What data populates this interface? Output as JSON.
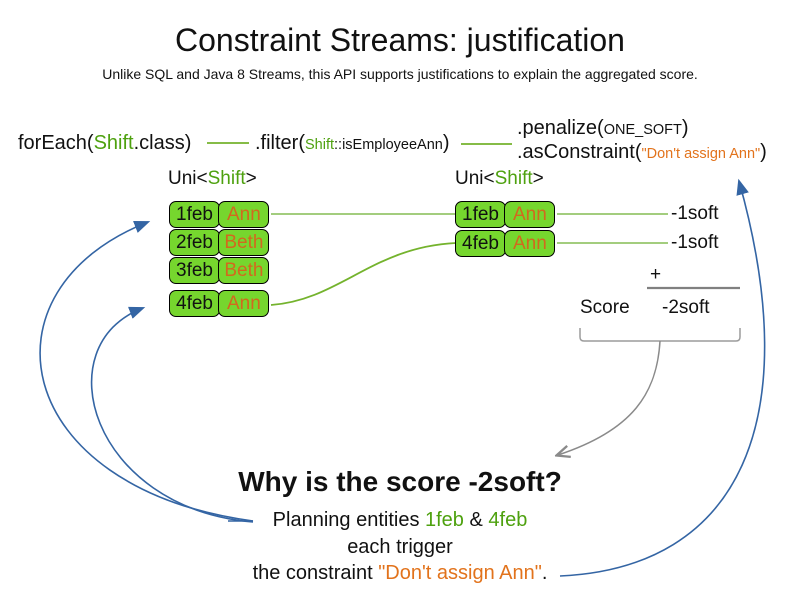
{
  "title": "Constraint Streams: justification",
  "subtitle": "Unlike SQL and Java 8 Streams, this API supports justifications to explain the aggregated score.",
  "colors": {
    "green_text": "#4ea10f",
    "box_green": "#76d62e",
    "line_green": "#74b32d",
    "line_green_light": "#a3cd7e",
    "orange": "#d2691e",
    "orange_string": "#e2731c",
    "blue": "#3465a4",
    "gray": "#8a8a8a"
  },
  "code": {
    "foreach": {
      "pre": "forEach(",
      "arg": "Shift",
      "post": ".class)"
    },
    "filter": {
      "pre": ".filter(",
      "arg_class": "Shift",
      "arg_rest": "::isEmployeeAnn",
      "post": ")"
    },
    "penalize": {
      "pre": ".penalize(",
      "arg": "ONE_SOFT",
      "post": ")"
    },
    "as_constraint": {
      "pre": ".asConstraint(",
      "arg": "\"Don't assign Ann\"",
      "post": ")"
    }
  },
  "uni_left": {
    "pre": "Uni<",
    "type": "Shift",
    "post": ">"
  },
  "uni_right": {
    "pre": "Uni<",
    "type": "Shift",
    "post": ">"
  },
  "left_shifts": [
    {
      "date": "1feb",
      "employee": "Ann"
    },
    {
      "date": "2feb",
      "employee": "Beth"
    },
    {
      "date": "3feb",
      "employee": "Beth"
    },
    {
      "date": "4feb",
      "employee": "Ann"
    }
  ],
  "right_shifts": [
    {
      "date": "1feb",
      "employee": "Ann"
    },
    {
      "date": "4feb",
      "employee": "Ann"
    }
  ],
  "penalties": [
    "-1soft",
    "-1soft"
  ],
  "sum": {
    "plus": "+",
    "score_label": "Score",
    "score_value": "-2soft"
  },
  "explanation": {
    "heading": "Why is the score -2soft?",
    "line1_pre": "Planning entities ",
    "line1_e1": "1feb",
    "line1_mid": " & ",
    "line1_e2": "4feb",
    "line2": "each trigger",
    "line3_pre": "the constraint ",
    "line3_quote": "\"Don't assign Ann\"",
    "line3_post": "."
  }
}
